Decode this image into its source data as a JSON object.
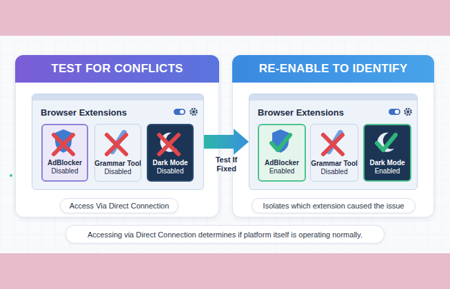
{
  "diagram": {
    "nodes": [
      {
        "text": [
          "TEST FOR CONFLICTS"
        ]
      },
      {
        "text": [
          "Browser Extensions"
        ],
        "in": 0
      },
      {
        "text": [
          "AdBlocker",
          "Disabled"
        ],
        "in": 1
      },
      {
        "text": [
          "Grammar Tool",
          "Disabled"
        ],
        "in": 1
      },
      {
        "text": [
          "Dark Mode",
          "Disabled"
        ],
        "in": 1
      },
      {
        "text": [
          "Access Via Direct Connection"
        ],
        "in": 0
      },
      {
        "text": [
          "RE-ENABLE TO IDENTIFY"
        ]
      },
      {
        "text": [
          "Browser Extensions"
        ],
        "in": 6
      },
      {
        "text": [
          "AdBlocker",
          "Enabled"
        ],
        "in": 7
      },
      {
        "text": [
          "Grammar Tool",
          "Disabled"
        ],
        "in": 7
      },
      {
        "text": [
          "Dark Mode",
          "Enabled"
        ],
        "in": 7
      },
      {
        "text": [
          "Isolates which extension caused the issue"
        ],
        "in": 6
      },
      {
        "text": [
          "Accessing via Direct Connection determines if platform itself is operating normally."
        ]
      }
    ],
    "edges": [
      {
        "from": 1,
        "to": 7,
        "label": "Test If Fixed",
        "arrow": "to"
      }
    ]
  }
}
